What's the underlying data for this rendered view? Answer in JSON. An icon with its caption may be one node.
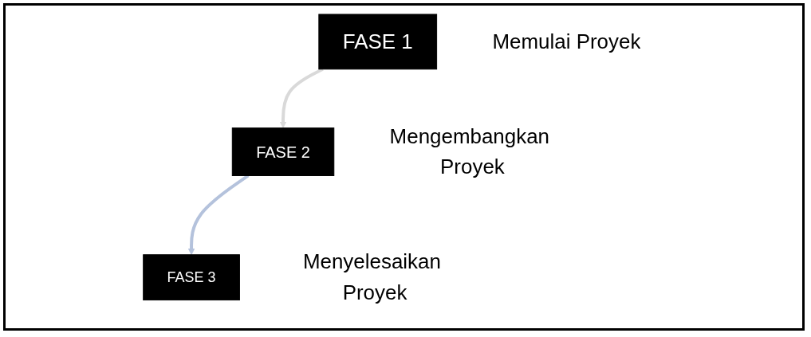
{
  "diagram": {
    "nodes": [
      {
        "text": [
          "FASE 1"
        ],
        "beside": [
          "Memulai Proyek"
        ]
      },
      {
        "text": [
          "FASE 2"
        ],
        "beside": [
          "Mengembangkan Proyek"
        ]
      },
      {
        "text": [
          "FASE 3"
        ],
        "beside": [
          "Menyelesaikan Proyek"
        ]
      }
    ],
    "edges": [
      {
        "from": 0,
        "to": 1,
        "arrow": "to",
        "color": "#d9d9d9"
      },
      {
        "from": 1,
        "to": 2,
        "arrow": "to",
        "color": "#b4c2dc"
      }
    ]
  }
}
